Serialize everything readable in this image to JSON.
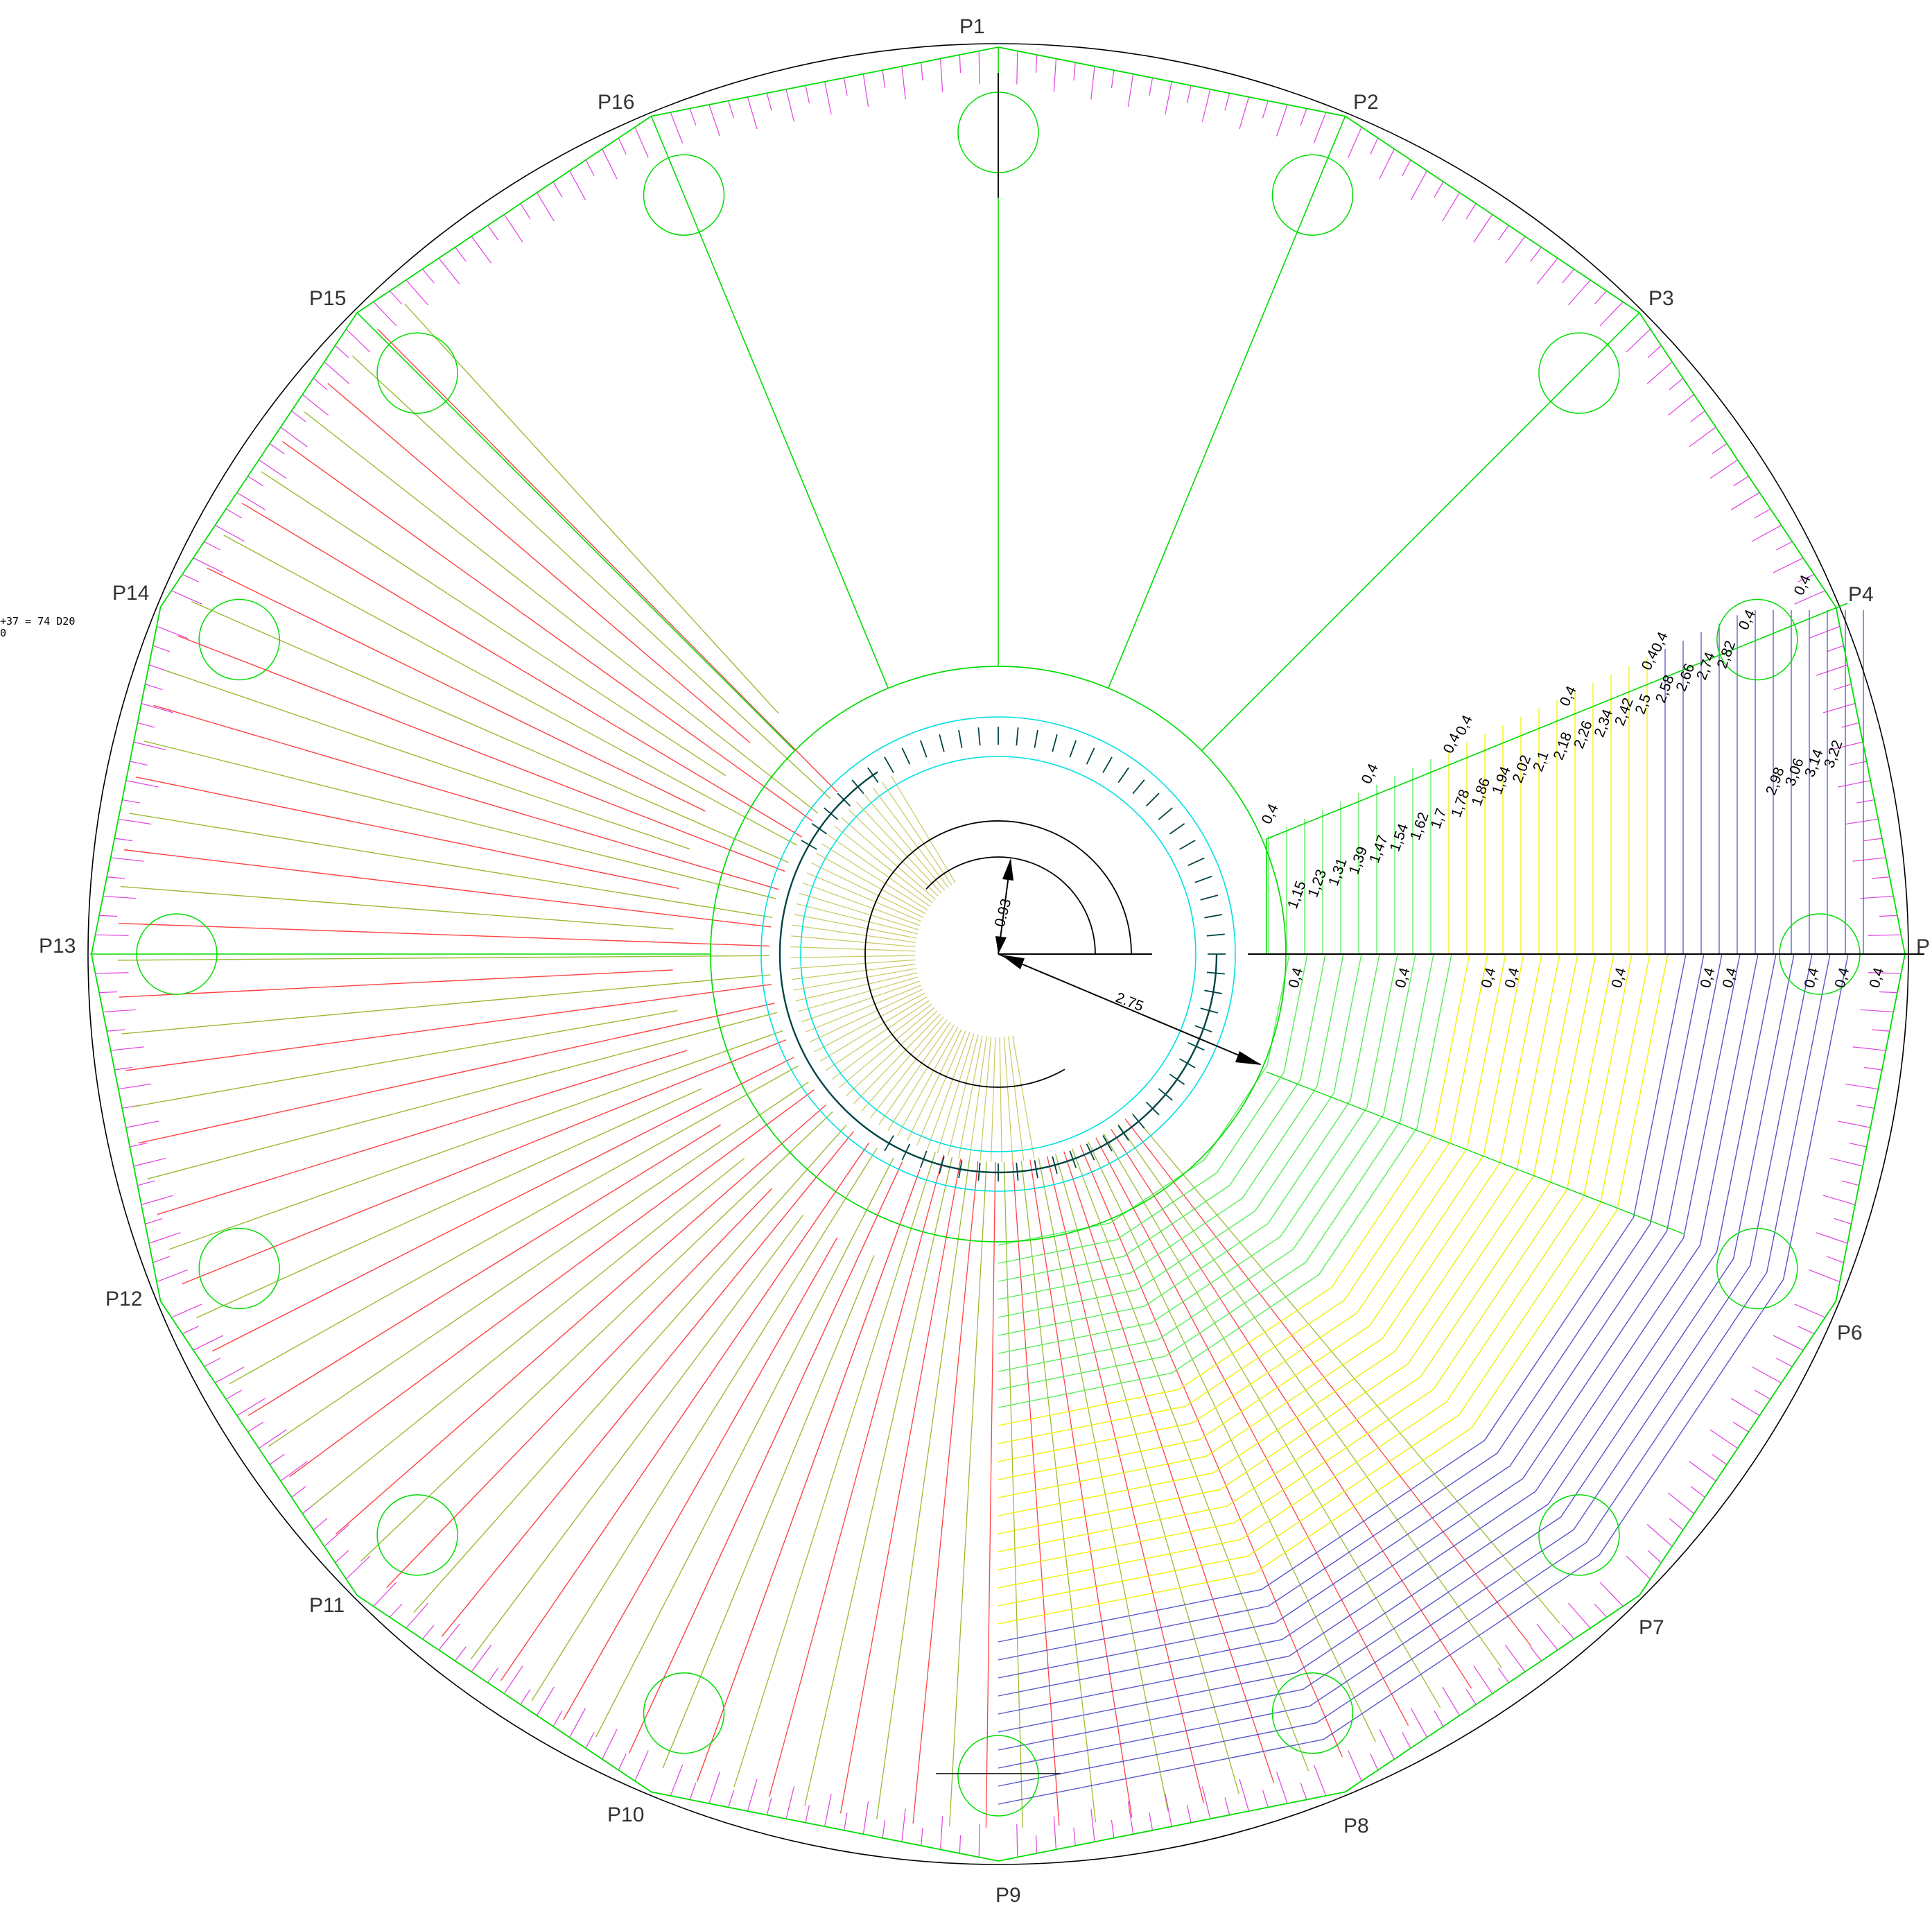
{
  "side_note": {
    "line1": "+37 = 74 D20",
    "line2": "0"
  },
  "points": [
    "P1",
    "P2",
    "P3",
    "P4",
    "P",
    "P6",
    "P7",
    "P8",
    "P9",
    "P10",
    "P11",
    "P12",
    "P13",
    "P14",
    "P15",
    "P16"
  ],
  "dimensions": {
    "inner_radius": "0.93",
    "outer_radius": "2.75"
  },
  "radius_labels": [
    "1,15",
    "1,23",
    "1,31",
    "1,39",
    "1,47",
    "1,54",
    "1,62",
    "1,7",
    "1,78",
    "1,86",
    "1,94",
    "2,02",
    "2,1",
    "2,18",
    "2,26",
    "2,34",
    "2,42",
    "2,5",
    "2,58",
    "2,66",
    "2,74",
    "2,82",
    "2,98",
    "3,06",
    "3,14",
    "3,22"
  ],
  "spacing_labels_upper": [
    "0,4",
    "0,4",
    "0,4",
    "0,4",
    "0,4",
    "0,4",
    "0,4",
    "0,4",
    "0,4"
  ],
  "spacing_labels_axis": [
    "0,4",
    "0,4",
    "0,4",
    "0,4",
    "0,4",
    "0,4",
    "0,4",
    "0,4",
    "0,4",
    "0,4"
  ],
  "colors": {
    "outline": "#000000",
    "polygon": "#00dd00",
    "hatch": "#e040e0",
    "red_bars": "#ff4040",
    "olive_bars": "#99bb33",
    "yellow_bars": "#f0f000",
    "green_bars": "#55ee55",
    "blue_bars": "#5555cc",
    "cyan_ring": "#00e0e0",
    "stirrup_ring": "#004444"
  }
}
